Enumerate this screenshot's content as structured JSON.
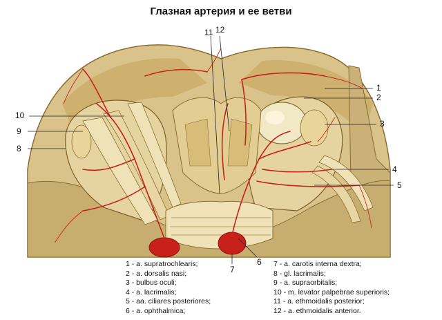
{
  "title": "Глазная артерия и ее ветви",
  "callouts": {
    "n1": "1",
    "n2": "2",
    "n3": "3",
    "n4": "4",
    "n5": "5",
    "n6": "6",
    "n7": "7",
    "n8": "8",
    "n9": "9",
    "n10": "10",
    "n11": "11",
    "n12": "12"
  },
  "legend_left": [
    "1 - a. supratrochlearis;",
    "2 - a. dorsalis nasi;",
    "3 - bulbus oculi;",
    "4 - a. lacrimalis;",
    "5 - aa. ciliares posteriores;",
    "6 - a. ophthalmica;"
  ],
  "legend_right": [
    "7 - a. carotis interna dextra;",
    "8 - gl. lacrimalis;",
    "9 - a. supraorbitalis;",
    "10 - m. levator palpebrae superioris;",
    "11 - a. ethmoidalis posterior;",
    "12 - a. ethmoidalis anterior."
  ],
  "colors": {
    "bone": "#d9c38a",
    "bone_dark": "#b89a56",
    "muscle": "#efe2b6",
    "artery": "#c8201a",
    "artery_dark": "#8e1410",
    "eye": "#f1e8c6"
  }
}
